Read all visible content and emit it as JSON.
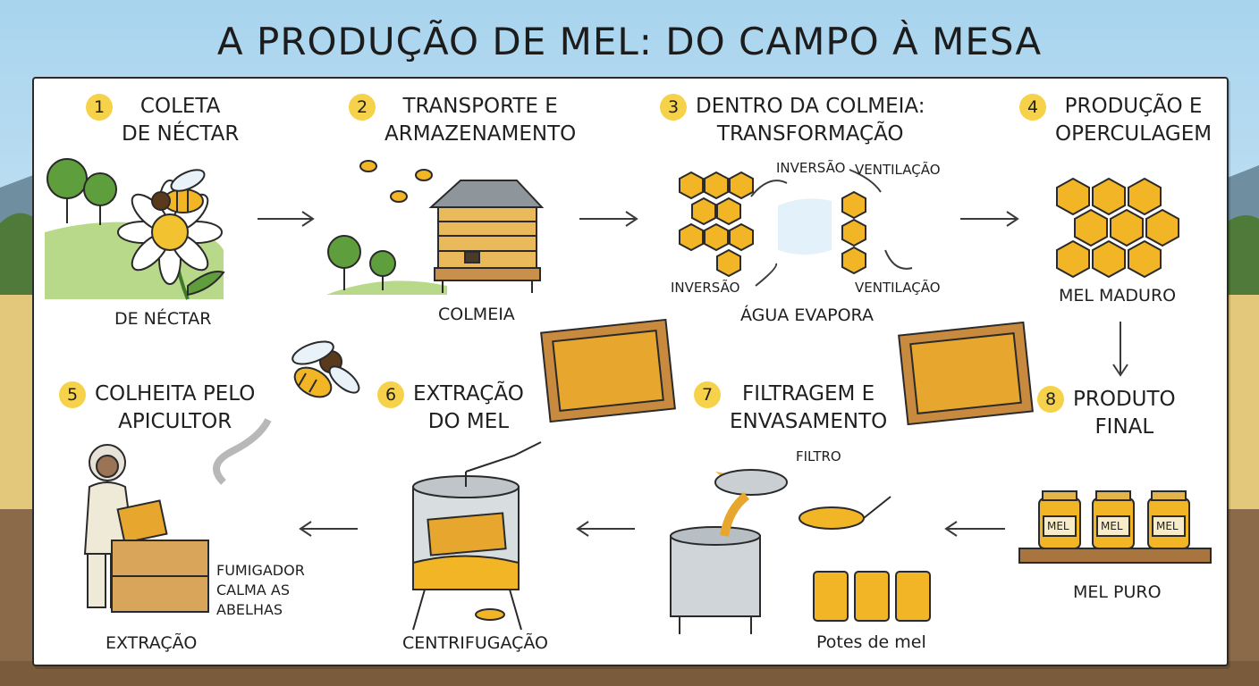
{
  "title": "A PRODUÇÃO DE MEL: DO CAMPO À MESA",
  "colors": {
    "sky": "#bfe0f2",
    "field": "#e3c77a",
    "soil": "#8a6a48",
    "honey": "#f2b526",
    "badge": "#f6d24a"
  },
  "steps": [
    {
      "number": "1",
      "line1": "COLETA",
      "line2": "DE NÉCTAR",
      "caption": "DE NÉCTAR"
    },
    {
      "number": "2",
      "line1": "TRANSPORTE E",
      "line2": "ARMAZENAMENTO",
      "caption": "COLMEIA"
    },
    {
      "number": "3",
      "line1": "DENTRO DA COLMEIA:",
      "line2": "TRANSFORMAÇÃO",
      "caption": "ÁGUA EVAPORA",
      "labels": {
        "inversion_top": "INVERSÃO",
        "ventilation_top": "VENTILAÇÃO",
        "inversion_bottom": "INVERSÃO",
        "ventilation_bottom": "VENTILAÇÃO"
      }
    },
    {
      "number": "4",
      "line1": "PRODUÇÃO E",
      "line2": "OPERCULAGEM",
      "caption": "MEL MADURO"
    },
    {
      "number": "5",
      "line1": "COLHEITA PELO",
      "line2": "APICULTOR",
      "caption": "EXTRAÇÃO",
      "note": [
        "FUMIGADOR",
        "CALMA AS",
        "ABELHAS"
      ]
    },
    {
      "number": "6",
      "line1": "EXTRAÇÃO",
      "line2": "DO MEL",
      "caption": "CENTRIFUGAÇÃO"
    },
    {
      "number": "7",
      "line1": "FILTRAGEM E",
      "line2": "ENVASAMENTO",
      "caption": "Potes de mel",
      "filter_label": "FILTRO"
    },
    {
      "number": "8",
      "line1": "PRODUTO",
      "line2": "FINAL",
      "caption": "MEL PURO",
      "jar_label": "MEL"
    }
  ]
}
